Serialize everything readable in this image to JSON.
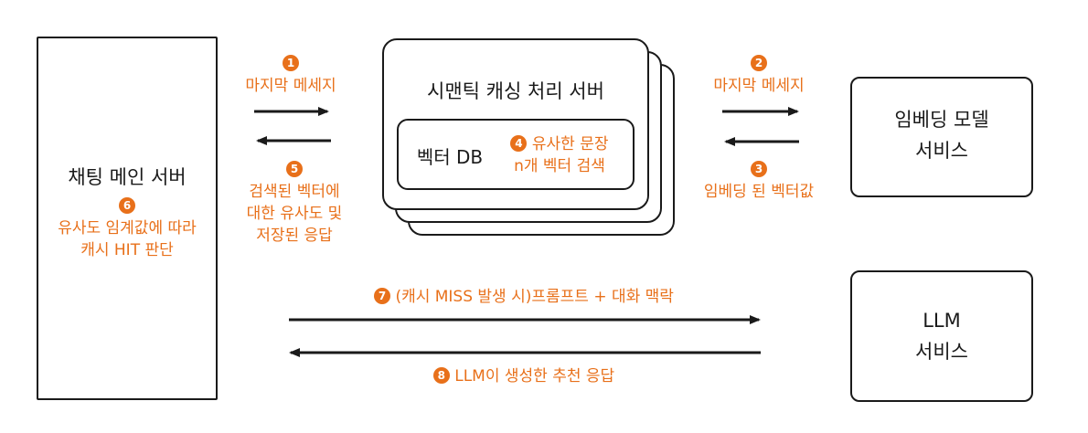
{
  "nodes": {
    "chat_server": "채팅 메인 서버",
    "semantic_server": "시맨틱 캐싱 처리 서버",
    "vector_db": "벡터 DB",
    "embedding_line1": "임베딩 모델",
    "embedding_line2": "서비스",
    "llm_line1": "LLM",
    "llm_line2": "서비스"
  },
  "steps": {
    "s1": {
      "num": "1",
      "text": "마지막 메세지"
    },
    "s2": {
      "num": "2",
      "text": "마지막 메세지"
    },
    "s3": {
      "num": "3",
      "text": "임베딩 된 벡터값"
    },
    "s4": {
      "num": "4",
      "line1": "유사한 문장",
      "line2": "n개 벡터 검색"
    },
    "s5": {
      "num": "5",
      "line1": "검색된 벡터에",
      "line2": "대한 유사도 및",
      "line3": "저장된 응답"
    },
    "s6": {
      "num": "6",
      "line1": "유사도 임계값에 따라",
      "line2": "캐시 HIT 판단"
    },
    "s7": {
      "num": "7",
      "text": "(캐시 MISS 발생 시)프롬프트 + 대화 맥락"
    },
    "s8": {
      "num": "8",
      "text": "LLM이 생성한 추천 응답"
    }
  },
  "colors": {
    "accent": "#e8701a",
    "line": "#1a1a1a"
  }
}
